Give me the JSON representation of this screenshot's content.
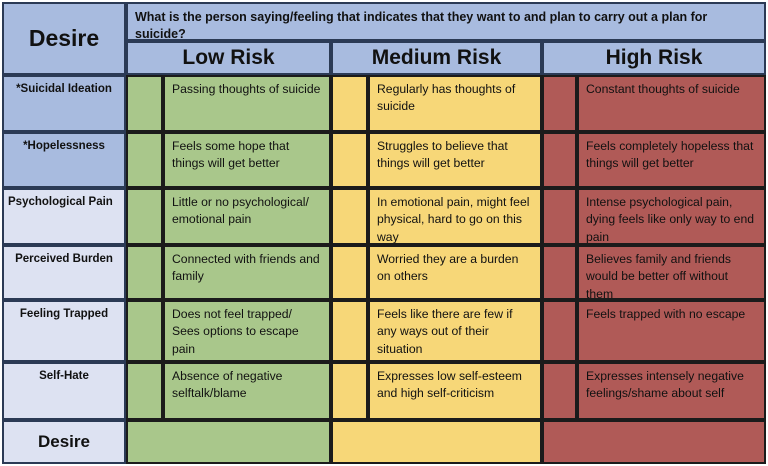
{
  "header": {
    "corner_label": "Desire",
    "prompt": "What is the person saying/feeling that indicates that they want to and plan to carry out a plan for suicide?",
    "risk_levels": [
      "Low Risk",
      "Medium Risk",
      "High Risk"
    ]
  },
  "colors": {
    "blue_dark": "#a8bbdf",
    "blue_light": "#dde2f2",
    "low_risk": "#a9c78b",
    "medium_risk": "#f7d778",
    "high_risk": "#b05a57",
    "border": "#1b1b1b",
    "border_header": "#2b3a55",
    "text": "#111111"
  },
  "rows": [
    {
      "label": "*Suicidal Ideation",
      "label_style": "dark",
      "low": "Passing thoughts of suicide",
      "medium": "Regularly has thoughts of suicide",
      "high": "Constant thoughts of suicide"
    },
    {
      "label": "*Hopelessness",
      "label_style": "dark",
      "low": "Feels some hope that things will get better",
      "medium": "Struggles to believe that things will get better",
      "high": "Feels completely hopeless that things will get better"
    },
    {
      "label": "Psychological Pain",
      "label_style": "light",
      "low": "Little or no psychological/ emotional pain",
      "medium": "In emotional pain, might feel physical, hard to go on this way",
      "high": "Intense psychological pain, dying feels like only way to end pain"
    },
    {
      "label": "Perceived Burden",
      "label_style": "light",
      "low": "Connected with friends and family",
      "medium": "Worried they are a burden on others",
      "high": "Believes family and friends would be better off without them"
    },
    {
      "label": "Feeling Trapped",
      "label_style": "light",
      "low": "Does not feel trapped/ Sees options to escape pain",
      "medium": "Feels like there are few if any ways out of their situation",
      "high": "Feels trapped with no escape"
    },
    {
      "label": "Self-Hate",
      "label_style": "light",
      "low": "Absence of negative selftalk/blame",
      "medium": "Expresses low self-esteem and high self-criticism",
      "high": "Expresses intensely negative feelings/shame about self"
    }
  ],
  "footer_row": {
    "label": "Desire",
    "label_style": "light",
    "low": "",
    "medium": "",
    "high": ""
  }
}
